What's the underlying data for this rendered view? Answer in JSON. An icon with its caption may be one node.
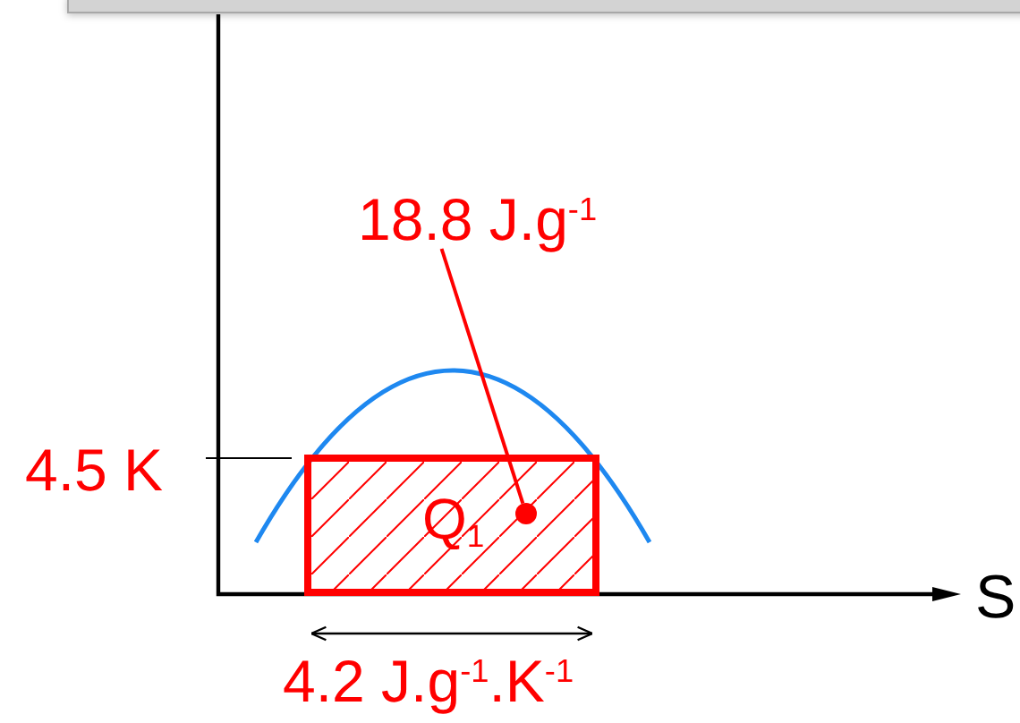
{
  "diagram": {
    "nodes": [
      {
        "text": [
          "Q$_{1}$"
        ]
      },
      {
        "text": [
          "18.8 J.g$^{-1}$"
        ]
      },
      {
        "text": [],
        "shape": "circle",
        "in": 0
      }
    ],
    "edges": [
      {
        "from": 1,
        "to": 2,
        "arrow": "none",
        "color": "#ff0000"
      }
    ],
    "labels": [
      "4.5 K",
      "S",
      "4.2 J.g$^{-1}$.K$^{-1}$"
    ]
  }
}
